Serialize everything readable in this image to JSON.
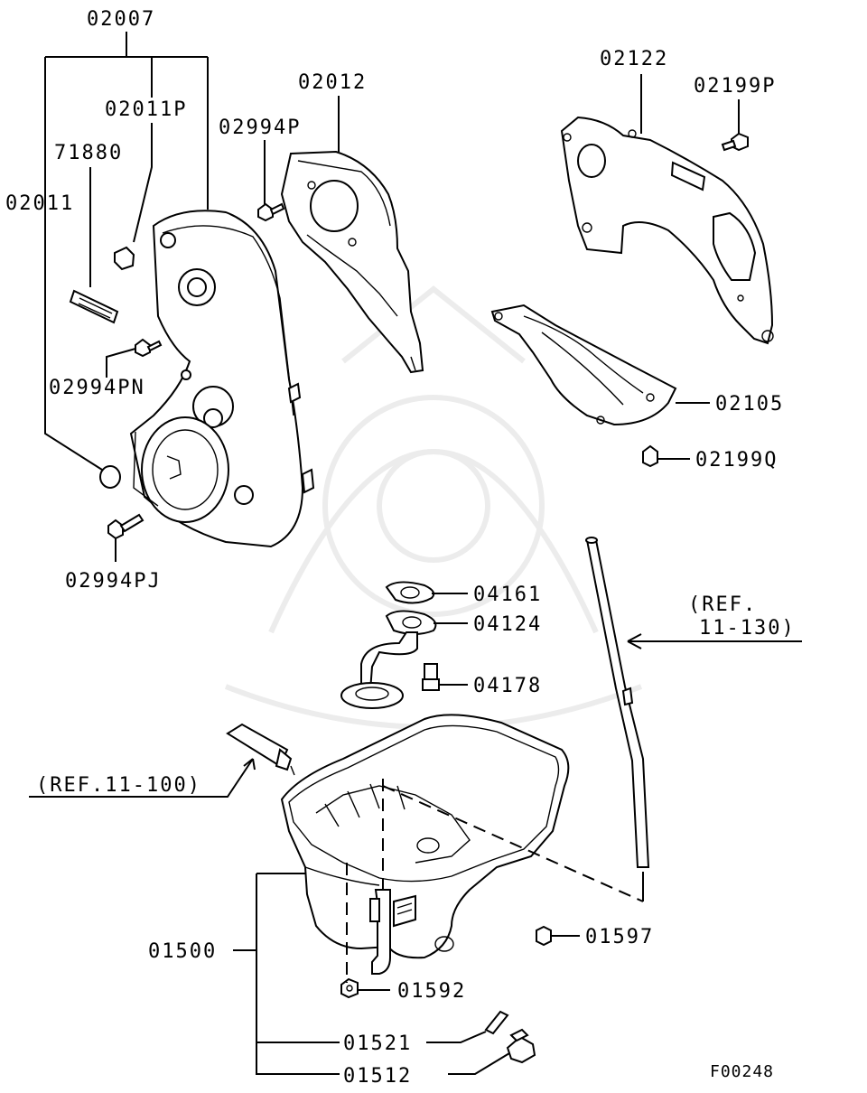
{
  "diagram_id": "F00248",
  "labels": {
    "p02007": "02007",
    "p02011P": "02011P",
    "p71880": "71880",
    "p02011": "02011",
    "p02012": "02012",
    "p02994P": "02994P",
    "p02122": "02122",
    "p02199P": "02199P",
    "p02994PN": "02994PN",
    "p02105": "02105",
    "p02199Q": "02199Q",
    "p02994PJ": "02994PJ",
    "p04161": "04161",
    "p04124": "04124",
    "ref11130_a": "(REF.",
    "ref11130_b": "11-130)",
    "p04178": "04178",
    "ref11100": "(REF.11-100)",
    "p01597": "01597",
    "p01500": "01500",
    "p01592": "01592",
    "p01521": "01521",
    "p01512": "01512"
  }
}
